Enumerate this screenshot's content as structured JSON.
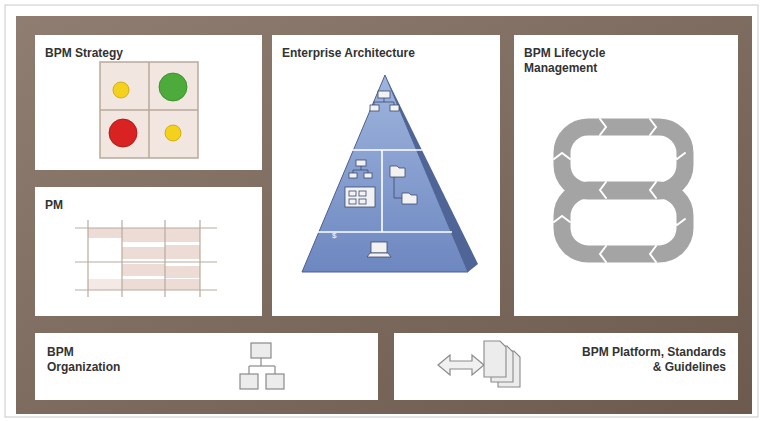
{
  "diagram": {
    "nodes": [
      {
        "text": [
          "BPM Strategy"
        ]
      },
      {
        "text": [
          "PM"
        ]
      },
      {
        "text": [
          "Enterprise Architecture"
        ]
      },
      {
        "text": [
          "BPM Lifecycle Management"
        ]
      },
      {
        "text": [
          "BPM Organization"
        ]
      },
      {
        "text": [
          "BPM Platform, Standards & Guidelines"
        ]
      }
    ],
    "labels": [
      "$"
    ]
  }
}
